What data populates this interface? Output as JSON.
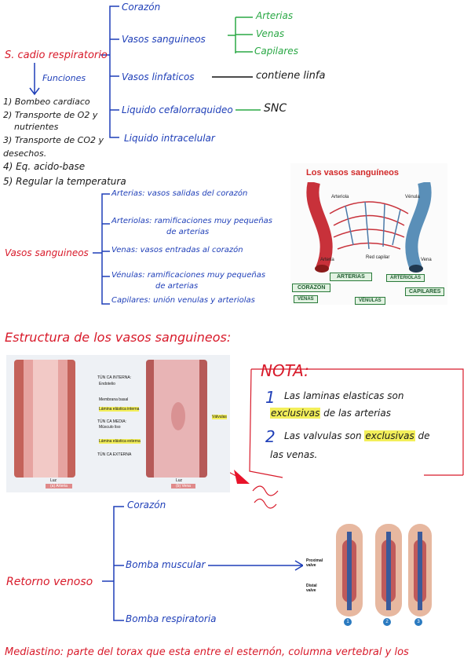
{
  "section1": {
    "root": "S. cadio respiratorio",
    "branches": [
      "Corazón",
      "Vasos sanguineos",
      "Vasos linfaticos",
      "Liquido cefalorraquideo",
      "Liquido intracelular"
    ],
    "vessel_types": [
      "Arterias",
      "Venas",
      "Capilares"
    ],
    "linfa_note": "contiene linfa",
    "lcr_note": "SNC",
    "functions_label": "Funciones",
    "functions": [
      "1) Bombeo cardiaco",
      "2) Transporte de O2 y",
      "nutrientes",
      "3) Transporte de CO2 y",
      "desechos.",
      "4) Eq. acido-base",
      "5) Regular la temperatura"
    ]
  },
  "section2": {
    "root": "Vasos sanguineos",
    "items": [
      "Arterias: vasos salidas del corazón",
      "Arteriolas: ramificaciones muy pequeñas",
      "de arterias",
      "Venas: vasos entradas al corazón",
      "Vénulas: ramificaciones muy pequeñas",
      "de arterias",
      "Capilares: unión venulas y arteriolas"
    ]
  },
  "vessel_figure": {
    "title": "Los vasos sanguíneos",
    "labels": [
      "Arteriola",
      "Vénula",
      "Arteria",
      "Red capilar",
      "Vena"
    ],
    "flow": [
      "ARTERIAS",
      "ARTERIOLAS",
      "CORAZÓN",
      "CAPILARES",
      "VENAS",
      "VÉNULAS"
    ]
  },
  "section3": {
    "title": "Estructura de los vasos sanguineos:",
    "figure_labels": [
      "TÚN CA INTERNA:",
      "Endotelio",
      "Membrana basal",
      "Lámina elástica interna",
      "TÚN CA MEDIA:",
      "Músculo liso",
      "Lámina elástica externa",
      "TÚN CA EXTERNA",
      "Luz",
      "(a) Arteria",
      "Luz",
      "(b) Vena",
      "Válvulas"
    ],
    "note_title": "NOTA:",
    "note1_pre": "Las laminas elasticas son",
    "note1_hl": "exclusivas",
    "note1_post": "de las arterias",
    "note2_pre": "Las valvulas son",
    "note2_hl": "exclusivas",
    "note2_post": "de",
    "note2_line2": "las venas.",
    "num1": "1",
    "num2": "2"
  },
  "section4": {
    "root": "Retorno venoso",
    "items": [
      "Corazón",
      "Bomba muscular",
      "Bomba respiratoria"
    ],
    "figure_labels": [
      "Proximal valve",
      "Distal valve",
      "1",
      "2",
      "3"
    ]
  },
  "footer": "Mediastino: parte del torax que esta entre el esternón, columna vertebral y los"
}
